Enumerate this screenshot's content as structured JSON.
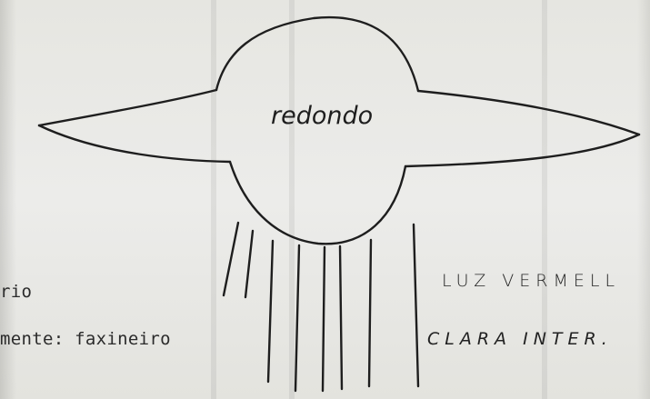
{
  "drawing": {
    "center_label": "redondo"
  },
  "typed_lines": {
    "line1": "rio",
    "line2": "mente: faxineiro"
  },
  "handwritten_notes": {
    "line1": "LUZ VERMELL",
    "line2": "CLARA INTER."
  },
  "colors": {
    "paper": "#e9e9e5",
    "ink": "#1e1e1e",
    "typewriter_ink": "#2b2b2b"
  }
}
